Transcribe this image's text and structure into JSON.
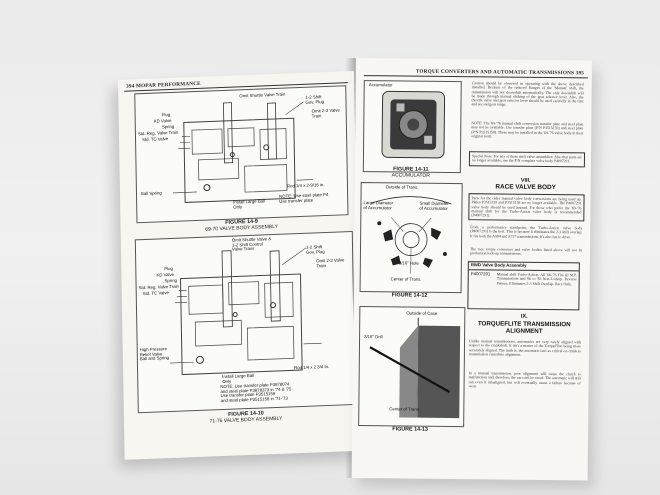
{
  "left_page": {
    "header": "394   MOPAR PERFORMANCE",
    "figure_1": {
      "labels": {
        "omit_shuttle": "Omit Shuttle Valve Train",
        "shift_12": "1-2 Shift\nGov. Plug",
        "omit_23": "Omit 2-3 Valve\nTrain",
        "plug": "Plug",
        "kd_valve": "KD Valve",
        "spring": "Spring",
        "std_reg": "Std. Reg. Valve Train",
        "std_tc": "Std. TC Valve",
        "ball_spring": "Ball Spring",
        "install_large": "Install Large Ball\nOnly",
        "rod": "Rod 1/4 x 2-9/16 in.",
        "note": "NOTE:  Use steel plate P4\n            Use transfer plate"
      },
      "caption_title": "FIGURE 14-9",
      "caption_sub": "69-70 VALVE BODY ASSEMBLY"
    },
    "figure_2": {
      "labels": {
        "omit_shuttle": "Omit Shuttle Valve &\n1-2 Shift Control\nValve Trans",
        "shift_12": "1-2 Shift\nGov. Plug",
        "omit_23": "Omit 2-3 Valve\nTrain",
        "plug": "Plug",
        "kd_valve": "KD Valve",
        "spring": "Spring",
        "std_reg": "Std. Reg. Valve Train",
        "std_tc": "Std. TC Valve",
        "high_pressure": "High Pressure\nRelief Valve\nBall and Spring",
        "install_large": "Install Large Ball\nOnly",
        "rod": "Rod 1/4 x 2 3/4 In.",
        "note": "NOTE:  Use transfer plate P3878074\n            and steel plate P3878373 in '74 & '75\n            Use transfer plate P3515159\n            and steel plate P3515158 in '71-'73"
      },
      "caption_title": "FIGURE 14-10",
      "caption_sub": "71-76 VALVE BODY ASSEMBLY"
    }
  },
  "right_page": {
    "header": "TORQUE CONVERTERS AND AUTOMATIC TRANSMISSIONS   395",
    "figure_11": {
      "label": "Accumulator",
      "caption_title": "FIGURE 14-11",
      "caption_sub": "ACCUMULATOR"
    },
    "figure_12": {
      "outside": "Outside of Trans.",
      "large_dia": "Large Diameter\nof Accumulator",
      "small_dia": "Small Diameter\nof Accumulator",
      "hole": "3/16\" Hole",
      "center": "Center of Trans.",
      "caption_title": "FIGURE 14-12"
    },
    "figure_13": {
      "outside_case": "Outside of Case",
      "drill": "3/16\" Drill",
      "center": "Center of Trans.",
      "caption_title": "FIGURE 14-13"
    },
    "para_top": "Caution should be observed in operating with the above described installed. Because of the reduced Ranges of the 'Manual' shift, the transmission will not downshift automatically. The only downshift will be made through manual shifting of the gear selector lever. Also, the throttle valve and gear selector lever should be used carefully in the first and second gear range.",
    "note_text": "NOTE: The '69-'76 manual shift conversion transfer plate and steel plate may not be available. Use transfer plate (P/N P3515159) and steel plate (P/N P3515158). These may be installed in the '69-'76 valve body in their original form.",
    "special_note": "Special Note: For any of these shift valve assemblies: Also that parts are no longer available, use the P/N complete valve body P4007291.",
    "section_8_num": "VIII.",
    "section_8_title": "RACE VALVE BODY",
    "para_8a": "Parts for the older manual valve body conversions are being used up. Plates P3515159 and P3515158 are no longer available. The P4007291 valve body should be used instead. For those who prefer the '69-'76 manual shift for the Turbo-Action valve body is recommended (P4007291).",
    "para_8b": "From a performance standpoint, the Turbo-Action valve body (P4007291) is the best. This is because it eliminates the 2-3 shift overlap. It fits both the A904 and A727 transmissions. It's also fun to drive.",
    "para_8c": "The race torque converters and valve bodies listed above will not fit production lock-up transmissions.",
    "rwd_title": "RWD Valve Body Assembly",
    "rwd_part": "P4007291",
    "rwd_desc": "Manual shift Turbo-Action. All '66-'76 Fits all M.P. Transmissions and '66 to '83 Non-Lockup. Reverse Pattern. Eliminates 2-3 Shift Overlap. Race Only.",
    "section_9_num": "IX.",
    "section_9_title": "TORQUEFLITE TRANSMISSION\nALIGNMENT",
    "para_9a": "Unlike manual transmissions, automatics are very rarely aligned with respect to the crankshaft. It isn't a matter of the TorqueFlite being more accurately aligned. The truth is, the automatic isn't as critical on crank to transmission centerline alignment.",
    "para_9b": "In a manual transmission, poor alignment will cause the clutch to malfunction and, therefore, the car can't be raced. The automatic will still run even if misaligned, but will eventually cause a failure because of wear."
  }
}
